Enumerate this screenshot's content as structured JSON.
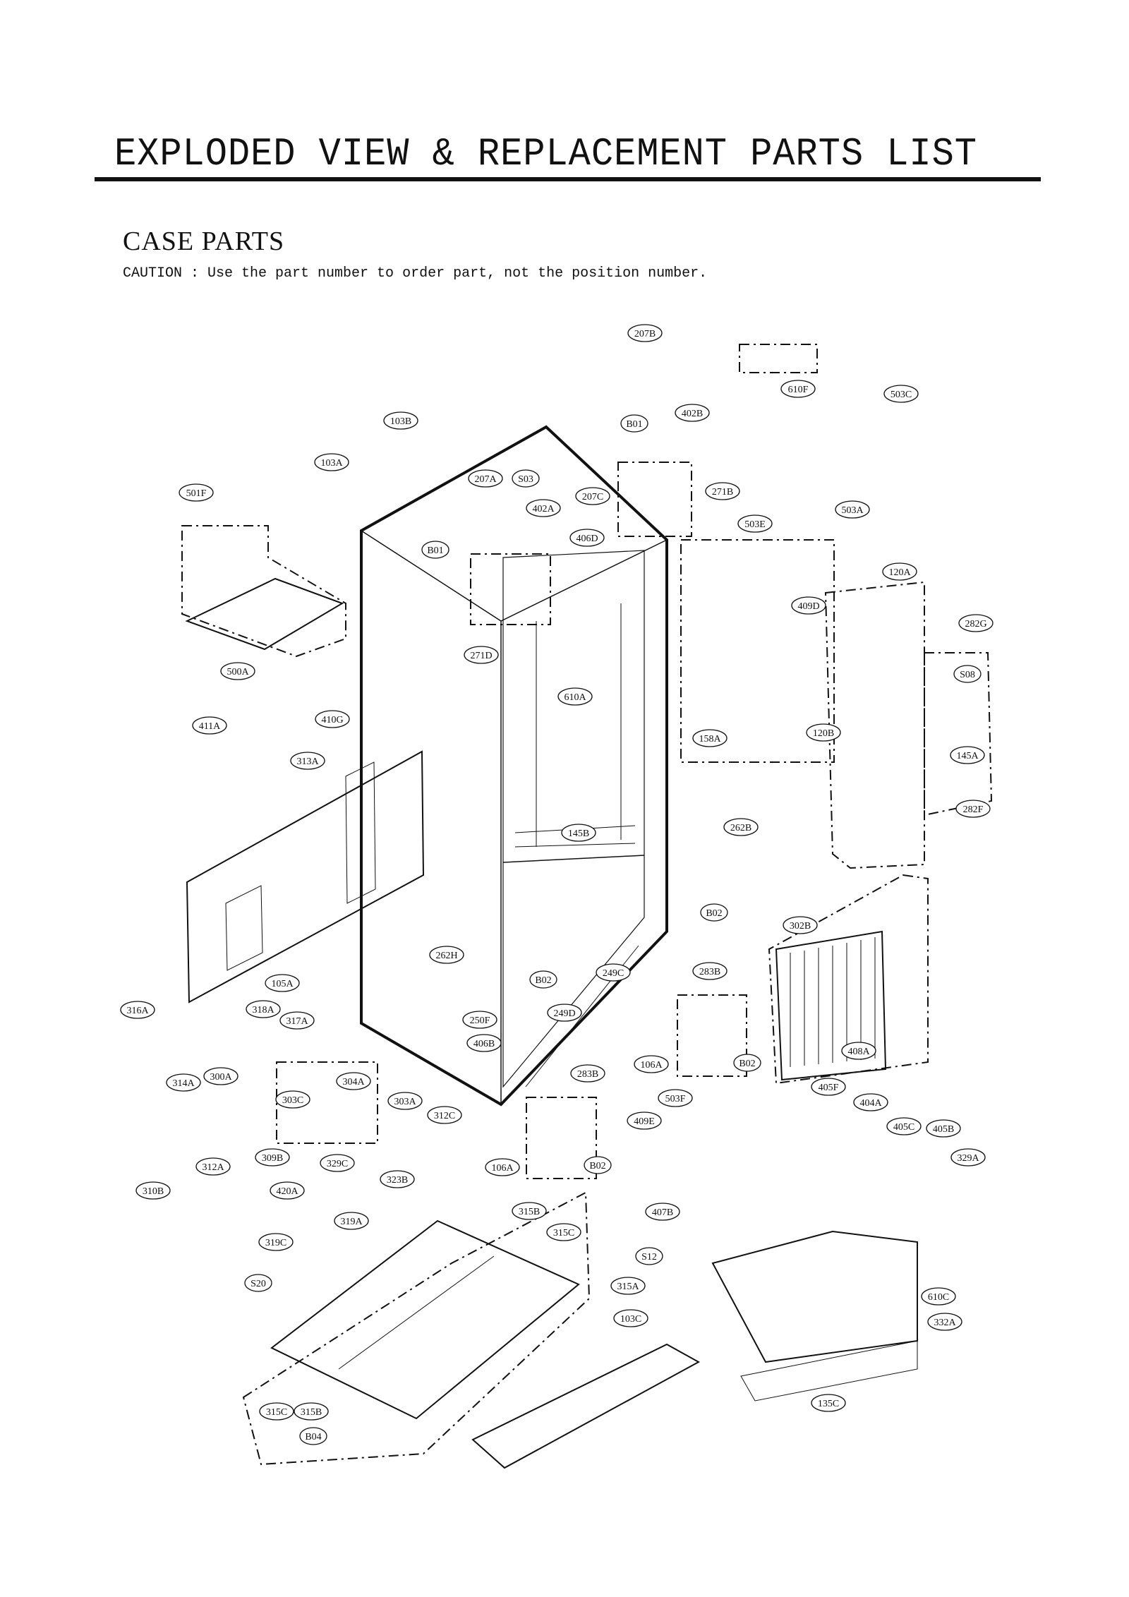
{
  "header": {
    "title": "EXPLODED VIEW & REPLACEMENT PARTS LIST",
    "section": "CASE PARTS",
    "caution": "CAUTION : Use the part number to order part, not the position number."
  },
  "diagram": {
    "callouts": [
      {
        "id": "207B",
        "text": "207B"
      },
      {
        "id": "610F",
        "text": "610F"
      },
      {
        "id": "503C",
        "text": "503C"
      },
      {
        "id": "103B",
        "text": "103B"
      },
      {
        "id": "402B",
        "text": "402B"
      },
      {
        "id": "B01a",
        "text": "B01"
      },
      {
        "id": "103A",
        "text": "103A"
      },
      {
        "id": "207A",
        "text": "207A"
      },
      {
        "id": "S03",
        "text": "S03"
      },
      {
        "id": "207C",
        "text": "207C"
      },
      {
        "id": "271B",
        "text": "271B"
      },
      {
        "id": "501F",
        "text": "501F"
      },
      {
        "id": "402A",
        "text": "402A"
      },
      {
        "id": "503A",
        "text": "503A"
      },
      {
        "id": "406D",
        "text": "406D"
      },
      {
        "id": "503E",
        "text": "503E"
      },
      {
        "id": "B01b",
        "text": "B01"
      },
      {
        "id": "120A",
        "text": "120A"
      },
      {
        "id": "409D",
        "text": "409D"
      },
      {
        "id": "282G",
        "text": "282G"
      },
      {
        "id": "271D",
        "text": "271D"
      },
      {
        "id": "500A",
        "text": "500A"
      },
      {
        "id": "S08",
        "text": "S08"
      },
      {
        "id": "610A",
        "text": "610A"
      },
      {
        "id": "410G",
        "text": "410G"
      },
      {
        "id": "411A",
        "text": "411A"
      },
      {
        "id": "120B",
        "text": "120B"
      },
      {
        "id": "158A",
        "text": "158A"
      },
      {
        "id": "145A",
        "text": "145A"
      },
      {
        "id": "313A",
        "text": "313A"
      },
      {
        "id": "282F",
        "text": "282F"
      },
      {
        "id": "262B",
        "text": "262B"
      },
      {
        "id": "145B",
        "text": "145B"
      },
      {
        "id": "B02a",
        "text": "B02"
      },
      {
        "id": "302B",
        "text": "302B"
      },
      {
        "id": "262H",
        "text": "262H"
      },
      {
        "id": "283Ba",
        "text": "283B"
      },
      {
        "id": "249C",
        "text": "249C"
      },
      {
        "id": "105A",
        "text": "105A"
      },
      {
        "id": "B02b",
        "text": "B02"
      },
      {
        "id": "316A",
        "text": "316A"
      },
      {
        "id": "318A",
        "text": "318A"
      },
      {
        "id": "317A",
        "text": "317A"
      },
      {
        "id": "250F",
        "text": "250F"
      },
      {
        "id": "249D",
        "text": "249D"
      },
      {
        "id": "406B",
        "text": "406B"
      },
      {
        "id": "408A",
        "text": "408A"
      },
      {
        "id": "106Aa",
        "text": "106A"
      },
      {
        "id": "B02c",
        "text": "B02"
      },
      {
        "id": "300A",
        "text": "300A"
      },
      {
        "id": "314A",
        "text": "314A"
      },
      {
        "id": "304A",
        "text": "304A"
      },
      {
        "id": "283Bb",
        "text": "283B"
      },
      {
        "id": "303C",
        "text": "303C"
      },
      {
        "id": "303A",
        "text": "303A"
      },
      {
        "id": "405F",
        "text": "405F"
      },
      {
        "id": "503F",
        "text": "503F"
      },
      {
        "id": "404A",
        "text": "404A"
      },
      {
        "id": "312C",
        "text": "312C"
      },
      {
        "id": "409E",
        "text": "409E"
      },
      {
        "id": "405C",
        "text": "405C"
      },
      {
        "id": "405B",
        "text": "405B"
      },
      {
        "id": "312A",
        "text": "312A"
      },
      {
        "id": "309B",
        "text": "309B"
      },
      {
        "id": "329C",
        "text": "329C"
      },
      {
        "id": "106Ab",
        "text": "106A"
      },
      {
        "id": "B02d",
        "text": "B02"
      },
      {
        "id": "329A",
        "text": "329A"
      },
      {
        "id": "310B",
        "text": "310B"
      },
      {
        "id": "323B",
        "text": "323B"
      },
      {
        "id": "420A",
        "text": "420A"
      },
      {
        "id": "407B",
        "text": "407B"
      },
      {
        "id": "315Ba",
        "text": "315B"
      },
      {
        "id": "319A",
        "text": "319A"
      },
      {
        "id": "315Ca",
        "text": "315C"
      },
      {
        "id": "319C",
        "text": "319C"
      },
      {
        "id": "S12",
        "text": "S12"
      },
      {
        "id": "S20",
        "text": "S20"
      },
      {
        "id": "315A",
        "text": "315A"
      },
      {
        "id": "610C",
        "text": "610C"
      },
      {
        "id": "103C",
        "text": "103C"
      },
      {
        "id": "332A",
        "text": "332A"
      },
      {
        "id": "315Cb",
        "text": "315C"
      },
      {
        "id": "315Bb",
        "text": "315B"
      },
      {
        "id": "135C",
        "text": "135C"
      },
      {
        "id": "B04",
        "text": "B04"
      }
    ]
  }
}
